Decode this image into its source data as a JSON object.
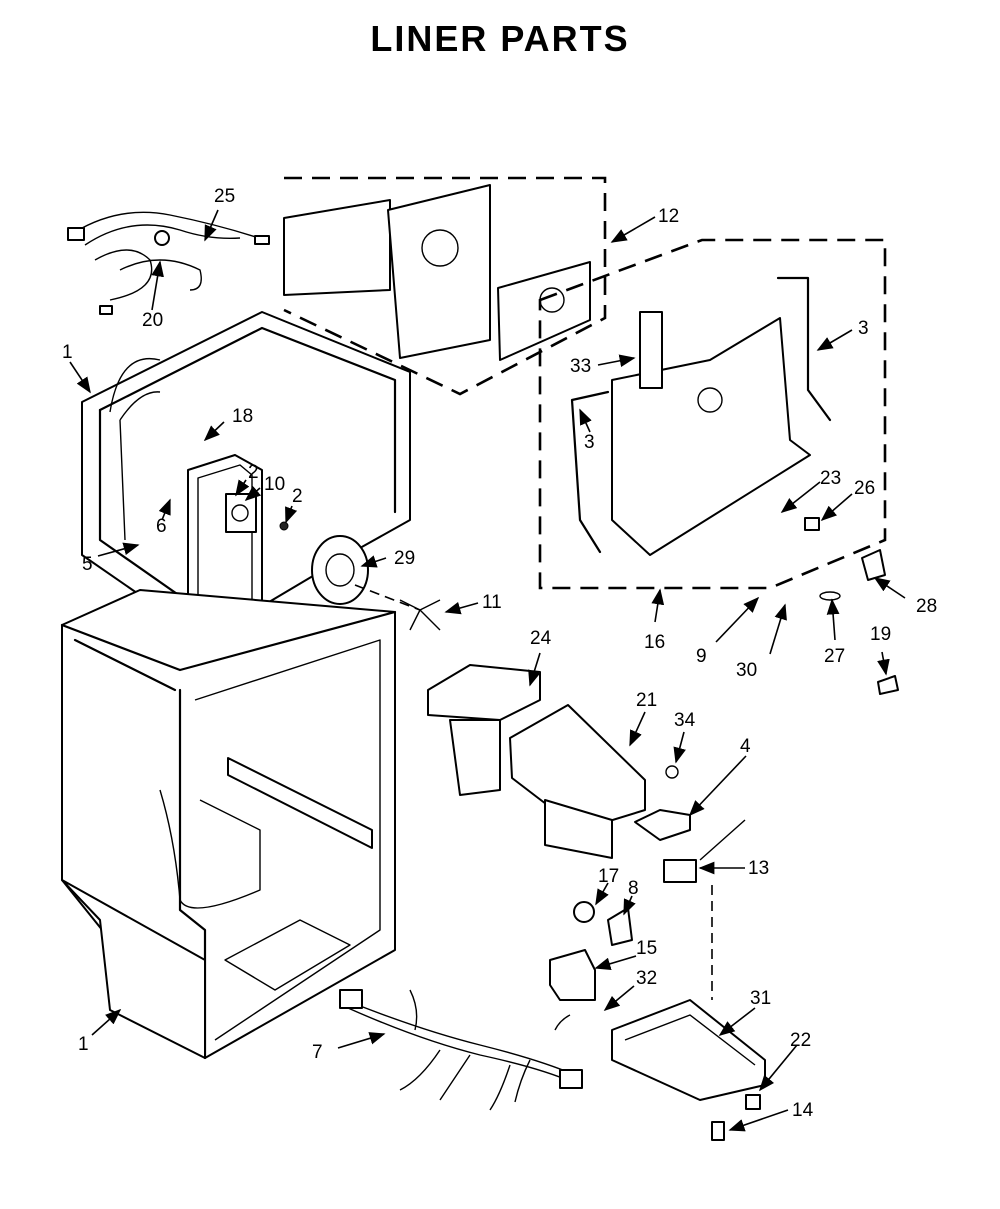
{
  "title": "LINER PARTS",
  "callouts": [
    "1",
    "1",
    "2",
    "2",
    "3",
    "3",
    "4",
    "5",
    "6",
    "7",
    "8",
    "9",
    "10",
    "11",
    "12",
    "13",
    "14",
    "15",
    "16",
    "17",
    "18",
    "19",
    "20",
    "21",
    "22",
    "23",
    "24",
    "25",
    "26",
    "27",
    "28",
    "29",
    "30",
    "31",
    "32",
    "33",
    "34"
  ]
}
